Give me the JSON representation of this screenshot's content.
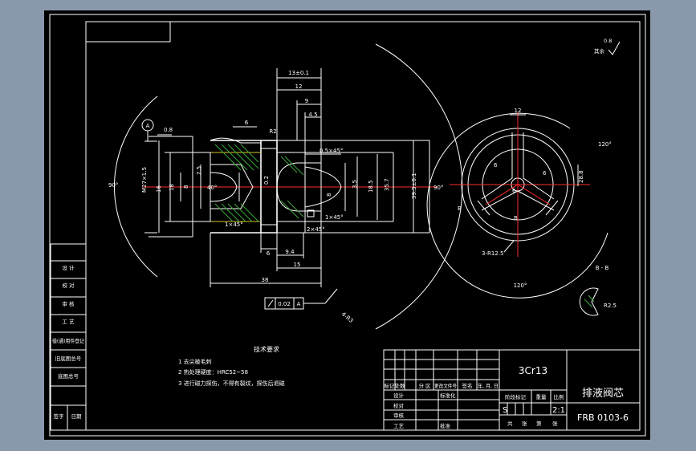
{
  "colors": {
    "background": "#8a98ac",
    "sheet": "#000000",
    "line": "#ffffff",
    "centerline": "#ff2a2a",
    "hatch": "#3aa83a",
    "thread": "#d8c820"
  },
  "dimensions": {
    "d13": "13±0.1",
    "d12": "12",
    "d9": "9",
    "d4_5": "4.5",
    "d6": "6",
    "r2": "R2",
    "ch05": "0.5×45°",
    "m27": "M27×1.5",
    "d2_5": "2.5",
    "d8": "8",
    "d40": "40°",
    "d8b": "8",
    "d0_2": "0.2",
    "d3_5": "3.5",
    "d18": "18",
    "d16": "16",
    "d18_5": "18.5",
    "d35_7": "35.7",
    "d39_5": "39.5±0.1",
    "a90": "90°",
    "a90b": "90°",
    "ch1a": "1×45°",
    "ch1b": "1×45°",
    "ch2": "2×45°",
    "d6b": "6",
    "d9_4": "9.4",
    "d15": "15",
    "d38": "38",
    "tol": "0.02",
    "datum": "A",
    "datum_a": "A",
    "ra_side": "0.8",
    "ra_other": "0.8",
    "other_label": "其余",
    "dim_12b": "12",
    "bb": "B - B",
    "a120a": "120°",
    "a120b": "120°",
    "d28": "28.8",
    "holes": "3-R12.5",
    "r2_5": "R2.5",
    "b_label": "B",
    "b_label2": "B",
    "l6a": "6",
    "l6b": "6",
    "l6c": "6",
    "rwa": "4-R3"
  },
  "technical": {
    "title": "技术要求",
    "lines": [
      "1  去尖棱毛刺",
      "2  热处理硬度：HRC52~58",
      "3  进行磁力探伤，不得有裂纹，探伤后退磁"
    ]
  },
  "title_block": {
    "material": "3Cr13",
    "part_name": "排液阀芯",
    "drawing_no": "FRB 0103-6",
    "scale": "2:1",
    "mark": "S",
    "header_cells": [
      "标记",
      "处数",
      "分 区",
      "更改文件号",
      "签名",
      "年, 月, 日"
    ],
    "rows": [
      "设计",
      "标准化",
      "校对",
      "审核",
      "工艺",
      "批准"
    ],
    "stage_labels": [
      "阶段标记",
      "重量",
      "比例"
    ],
    "sheet_labels": [
      "共",
      "张",
      "第",
      "张"
    ]
  },
  "side_block": [
    "设 计",
    "校 对",
    "审 核",
    "工 艺",
    "借(通)用件登记",
    "旧底图总号",
    "底图总号",
    "签字",
    "日期"
  ]
}
